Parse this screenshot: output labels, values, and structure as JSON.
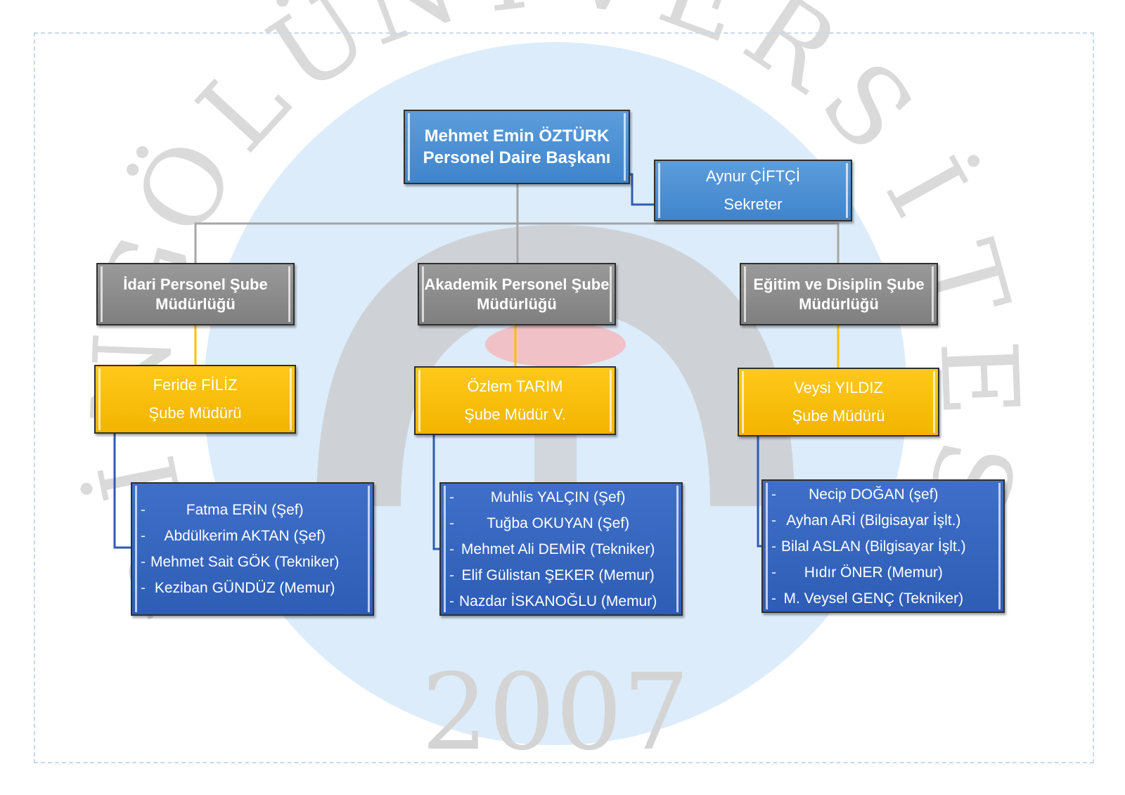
{
  "watermark": {
    "arc_letters": [
      "B",
      "İ",
      "N",
      "G",
      "Ö",
      "L",
      "Ü",
      "N",
      "İ",
      "V",
      "E",
      "R",
      "S",
      "İ",
      "T",
      "E",
      "S",
      "İ"
    ],
    "year": "2007"
  },
  "colors": {
    "head": "#4a8fd6",
    "department": "#8c8c8c",
    "manager": "#ffc000",
    "staff": "#3566c0",
    "connector_gray": "#a6a6a6",
    "connector_gold": "#ffc000",
    "connector_blue": "#2f5bb0"
  },
  "head": {
    "name": "Mehmet Emin ÖZTÜRK",
    "title": "Personel Daire Başkanı"
  },
  "secretary": {
    "name": "Aynur ÇİFTÇİ",
    "title": "Sekreter"
  },
  "departments": [
    {
      "line1": "İdari Personel Şube",
      "line2": "Müdürlüğü",
      "manager": {
        "name": "Feride FİLİZ",
        "title": "Şube Müdürü"
      },
      "staff": [
        "Fatma ERİN (Şef)",
        "Abdülkerim AKTAN (Şef)",
        "Mehmet Sait GÖK (Tekniker)",
        "Keziban GÜNDÜZ (Memur)"
      ]
    },
    {
      "line1": "Akademik Personel Şube",
      "line2": "Müdürlüğü",
      "manager": {
        "name": "Özlem TARIM",
        "title": "Şube Müdür V."
      },
      "staff": [
        "Muhlis YALÇIN (Şef)",
        "Tuğba OKUYAN (Şef)",
        "Mehmet Ali DEMİR (Tekniker)",
        "Elif Gülistan ŞEKER (Memur)",
        "Nazdar İSKANOĞLU (Memur)"
      ]
    },
    {
      "line1": "Eğitim ve Disiplin Şube",
      "line2": "Müdürlüğü",
      "manager": {
        "name": "Veysi YILDIZ",
        "title": "Şube Müdürü"
      },
      "staff": [
        "Necip DOĞAN (şef)",
        "Ayhan ARİ (Bilgisayar İşlt.)",
        "Bilal ASLAN (Bilgisayar İşlt.)",
        "Hıdır ÖNER (Memur)",
        "M. Veysel GENÇ (Tekniker)"
      ]
    }
  ]
}
